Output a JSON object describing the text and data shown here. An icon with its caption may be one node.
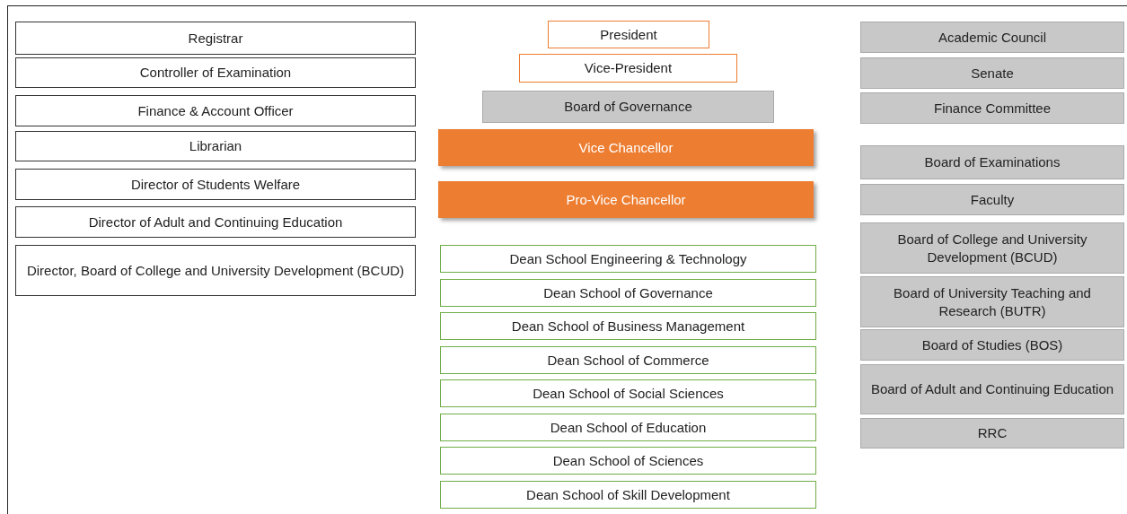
{
  "diagram": {
    "nodes": [
      {
        "text": [
          "Registrar"
        ]
      },
      {
        "text": [
          "Controller of Examination"
        ]
      },
      {
        "text": [
          "Finance & Account Officer"
        ]
      },
      {
        "text": [
          "Librarian"
        ]
      },
      {
        "text": [
          "Director of Students Welfare"
        ]
      },
      {
        "text": [
          "Director of Adult and Continuing Education"
        ]
      },
      {
        "text": [
          "Director, Board of College and University Development (BCUD)"
        ]
      },
      {
        "text": [
          "President"
        ]
      },
      {
        "text": [
          "Vice-President"
        ]
      },
      {
        "text": [
          "Board of Governance"
        ]
      },
      {
        "text": [
          "Vice Chancellor"
        ]
      },
      {
        "text": [
          "Pro-Vice Chancellor"
        ]
      },
      {
        "text": [
          "Dean School Engineering & Technology"
        ]
      },
      {
        "text": [
          "Dean School of Governance"
        ]
      },
      {
        "text": [
          "Dean School of Business Management"
        ]
      },
      {
        "text": [
          "Dean School of Commerce"
        ]
      },
      {
        "text": [
          "Dean School of Social Sciences"
        ]
      },
      {
        "text": [
          "Dean School of Education"
        ]
      },
      {
        "text": [
          "Dean School of Sciences"
        ]
      },
      {
        "text": [
          "Dean School of Skill Development"
        ]
      },
      {
        "text": [
          "Academic Council"
        ]
      },
      {
        "text": [
          "Senate"
        ]
      },
      {
        "text": [
          "Finance Committee"
        ]
      },
      {
        "text": [
          "Board of Examinations"
        ]
      },
      {
        "text": [
          "Faculty"
        ]
      },
      {
        "text": [
          "Board of College and University Development (BCUD)"
        ]
      },
      {
        "text": [
          "Board of University Teaching and Research (BUTR)"
        ]
      },
      {
        "text": [
          "Board of Studies (BOS)"
        ]
      },
      {
        "text": [
          "Board of Adult and Continuing Education"
        ]
      },
      {
        "text": [
          "RRC"
        ]
      }
    ]
  }
}
